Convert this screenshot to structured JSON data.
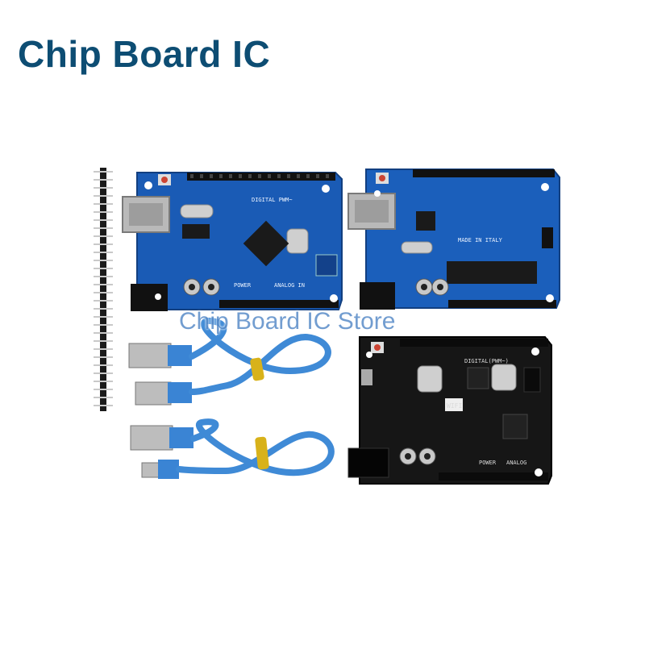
{
  "title": "Chip Board IC",
  "watermark": "Chip Board IC Store",
  "colors": {
    "title": "#0d4d73",
    "board_blue": "#1a5bb5",
    "board_black": "#161616",
    "cable_blue": "#3f8ad6",
    "tie_yellow": "#d8b21a"
  },
  "boards": {
    "left": {
      "top_label": "DIGITAL PWM~",
      "bottom_label_power": "POWER",
      "bottom_label_analog": "ANALOG IN"
    },
    "right": {
      "label": "MADE IN ITALY"
    },
    "black": {
      "top_label": "DIGITAL(PWM~)",
      "badge": "WIFI",
      "bottom_label_power": "POWER",
      "bottom_label_analog": "ANALOG"
    }
  }
}
